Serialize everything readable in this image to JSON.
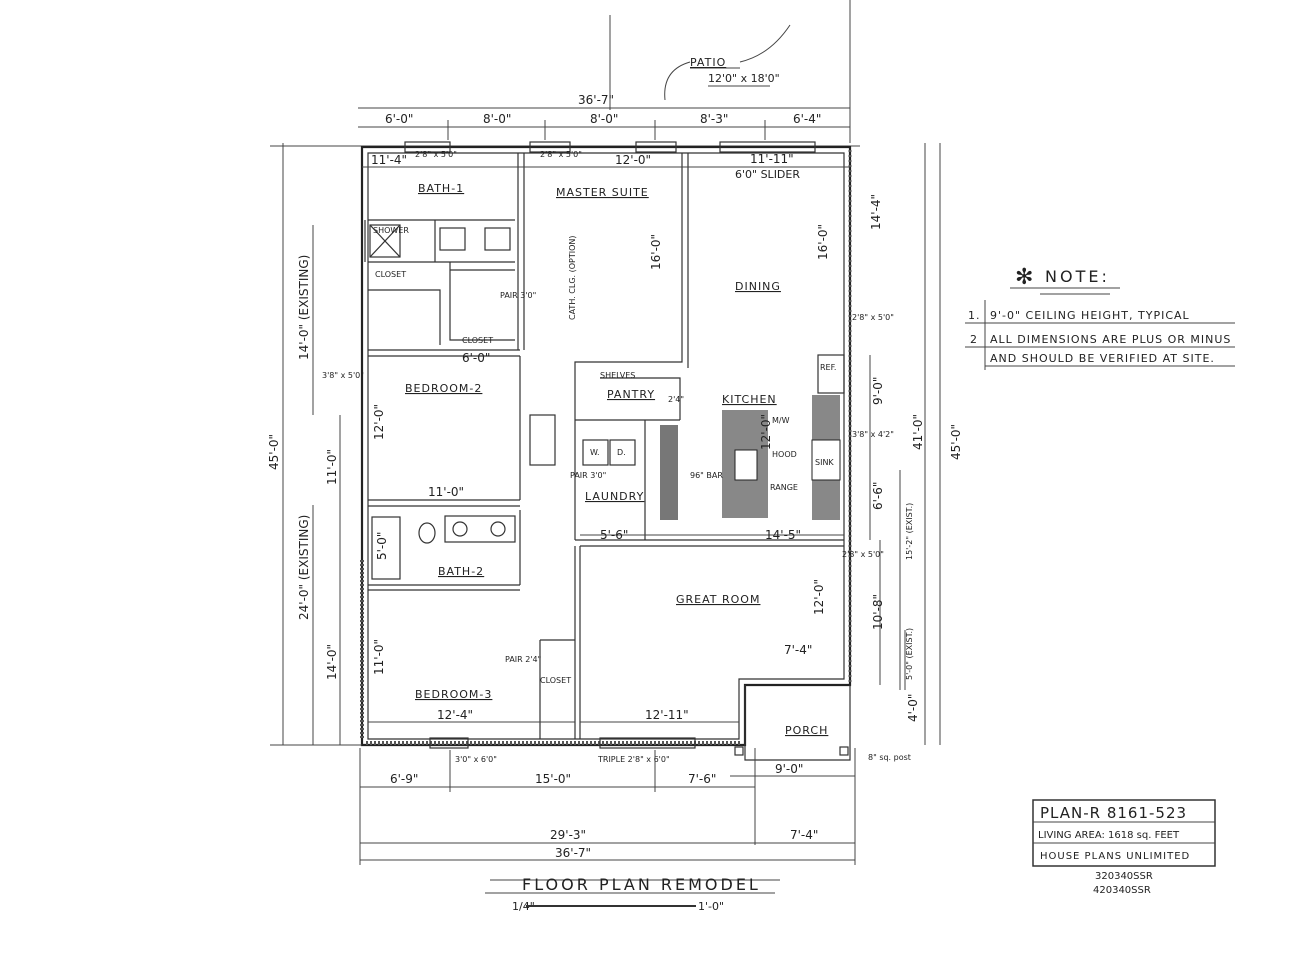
{
  "title": "FLOOR PLAN REMODEL",
  "scale": {
    "left": "1/4\"",
    "right": "1'-0\""
  },
  "patio": {
    "label": "PATIO",
    "size": "12'0\" x 18'0\""
  },
  "rooms": {
    "bath1": "BATH-1",
    "master": "MASTER SUITE",
    "dining": "DINING",
    "bedroom2": "BEDROOM-2",
    "pantry": "PANTRY",
    "kitchen": "KITCHEN",
    "laundry": "LAUNDRY",
    "bath2": "BATH-2",
    "great_room": "GREAT ROOM",
    "bedroom3": "BEDROOM-3",
    "porch": "PORCH",
    "closet1": "CLOSET",
    "closet2": "CLOSET",
    "closet3": "CLOSET",
    "shower": "SHOWER"
  },
  "fixtures": {
    "slider": "6'0\" SLIDER",
    "washer": "W.",
    "dryer": "D.",
    "shelves": "SHELVES",
    "ref": "REF.",
    "sink": "SINK",
    "hood": "HOOD",
    "range": "RANGE",
    "mw": "M/W",
    "bar": "96\" BAR",
    "post": "8\" sq. post",
    "window_bath1": "2'8\" x 5'0\"",
    "window_master": "2'8\" x 5'0\"",
    "window_br3": "3'0\" x 6'0\"",
    "window_great": "TRIPLE 2'8\" x 6'0\"",
    "window_br2": "3'8\" x 5'0\"",
    "window_dining": "2'8\" x 5'0\"",
    "window_kitchen": "3'8\" x 4'2\"",
    "window_great_r": "2'8\" x 5'0\"",
    "door_pair_master": "PAIR 3'0\"",
    "door_pair_laundry": "PAIR 3'0\"",
    "door_pair_br3": "PAIR 2'4\"",
    "door_pantry": "2'4\"",
    "cathedral": "CATH. CLG. (OPTION)"
  },
  "dimensions": {
    "top_overall": "36'-7\"",
    "top_segments": [
      "6'-0\"",
      "8'-0\"",
      "8'-0\"",
      "8'-3\"",
      "6'-4\""
    ],
    "interior": [
      "11'-4\"",
      "12'-0\"",
      "11'-11\"",
      "16'-0\"",
      "16'-0\"",
      "14'-4\"",
      "6'-0\"",
      "12'-0\"",
      "11'-0\"",
      "5'-0\"",
      "14'-5\"",
      "5'-6\"",
      "12'-0\"",
      "7'-4\"",
      "12'-4\"",
      "12'-11\"",
      "11'-0\"",
      "12'-0\""
    ],
    "left": [
      "45'-0\"",
      "14'-0\" (EXISTING)",
      "11'-0\"",
      "24'-0\" (EXISTING)",
      "14'-0\""
    ],
    "right": [
      "41'-0\"",
      "45'-0\"",
      "9'-0\"",
      "6'-6\"",
      "15'-2\" (EXIST.)",
      "10'-8\"",
      "5'-0\" (EXIST.)",
      "4'-0\""
    ],
    "bottom_row1": [
      "6'-9\"",
      "15'-0\"",
      "7'-6\"",
      "9'-0\""
    ],
    "bottom_row2": [
      "29'-3\"",
      "7'-4\""
    ],
    "bottom_overall": "36'-7\""
  },
  "notes": {
    "heading": "NOTE:",
    "items": [
      {
        "num": "1.",
        "text": "9'-0\" CEILING HEIGHT, TYPICAL"
      },
      {
        "num": "2",
        "text": "ALL DIMENSIONS ARE PLUS OR MINUS"
      },
      {
        "num": "",
        "text": "AND SHOULD BE VERIFIED AT SITE."
      }
    ]
  },
  "title_block": {
    "plan": "PLAN-R 8161-523",
    "area": "LIVING AREA: 1618 sq. FEET",
    "company": "HOUSE PLANS UNLIMITED",
    "code1": "320340SSR",
    "code2": "420340SSR"
  }
}
